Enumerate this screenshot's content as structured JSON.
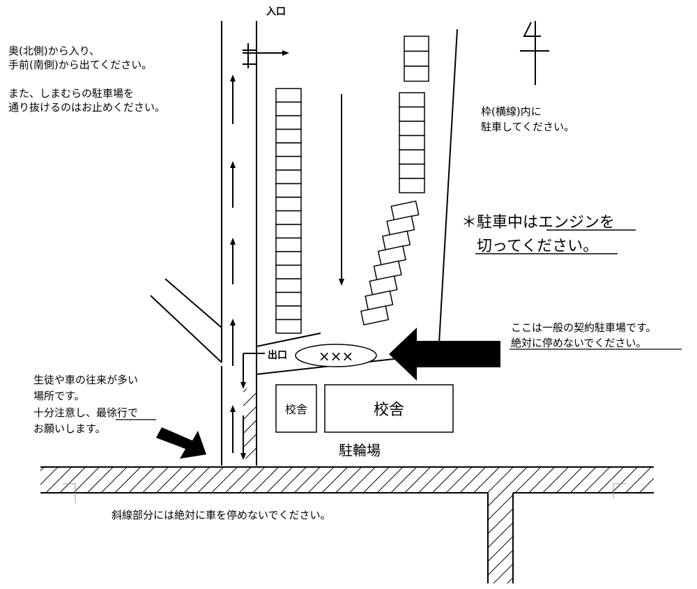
{
  "labels": {
    "entrance": "入口",
    "exit": "出口",
    "xxx": "×××",
    "school_small": "校舎",
    "school_large": "校舎",
    "bicycle_parking": "駐輪場"
  },
  "notes": {
    "route_line1": "奥(北側)から入り、",
    "route_line2": "手前(南側)から出てください。",
    "shimamura_line1": "また、しまむらの駐車場を",
    "shimamura_line2": "通り抜けるのはお止めください。",
    "frame_line1": "枠(横線)内に",
    "frame_line2": "駐車してください。",
    "engine_line1": "＊駐車中はエンジンを",
    "engine_line2": "切ってください。",
    "contract_line1": "ここは一般の契約駐車場です。",
    "contract_line2": "絶対に停めないでください。",
    "traffic_line1": "生徒や車の往来が多い",
    "traffic_line2": "場所です。",
    "traffic_line3": "十分注意し、最徐行で",
    "traffic_line4": "お願いします。",
    "hatched": "斜線部分には絶対に車を停めないでください。"
  },
  "icons": {
    "north": "north-arrow-icon",
    "pointer_big": "arrow-left-icon",
    "pointer_small": "arrow-down-right-icon"
  },
  "colors": {
    "ink": "#000000",
    "paper": "#ffffff"
  }
}
